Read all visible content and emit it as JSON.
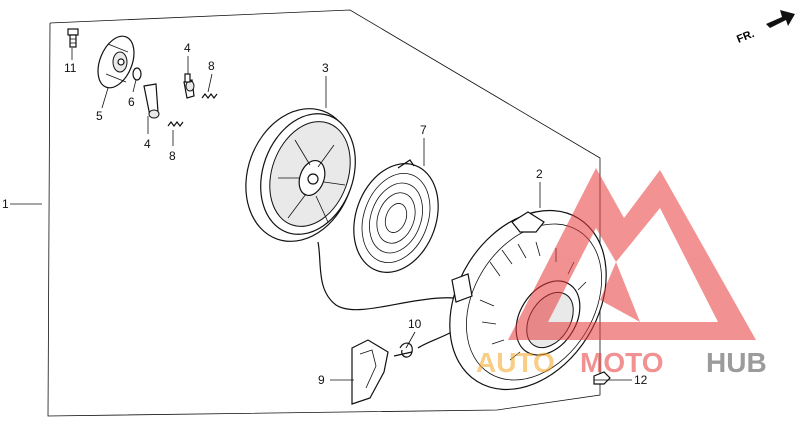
{
  "direction_label": "FR.",
  "callouts": {
    "c1": "1",
    "c2": "2",
    "c3": "3",
    "c4a": "4",
    "c4b": "4",
    "c5": "5",
    "c6": "6",
    "c7": "7",
    "c8a": "8",
    "c8b": "8",
    "c9": "9",
    "c10": "10",
    "c11": "11",
    "c12": "12"
  },
  "watermark": {
    "part1": "AUTO",
    "part2": "MOTO",
    "part3": "HUB",
    "color_red": "#e8383a",
    "color_orange": "#f5a623",
    "color_gray": "#4a4a4a"
  }
}
